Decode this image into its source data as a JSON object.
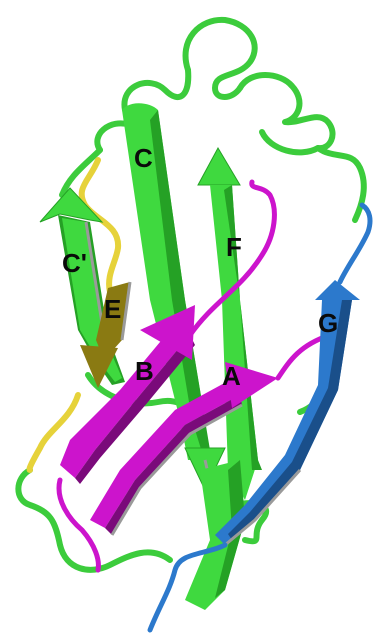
{
  "figure": {
    "labels": {
      "c": "C",
      "c_prime": "C'",
      "f": "F",
      "e": "E",
      "g": "G",
      "b": "B",
      "a": "A"
    },
    "colors": {
      "background": "#ffffff",
      "green_strand": "#3fd93f",
      "green_dark": "#25a125",
      "green_loop": "#3ccc3c",
      "magenta_strand": "#cc14cc",
      "magenta_dark": "#7a0a7a",
      "blue_strand": "#2c79cc",
      "blue_dark": "#1a4f8a",
      "yellow_loop": "#e6d23a",
      "olive_strand": "#8a7a12",
      "sheet_edge_gray": "#9a9a9a",
      "label_text": "#0a0a0a"
    }
  }
}
